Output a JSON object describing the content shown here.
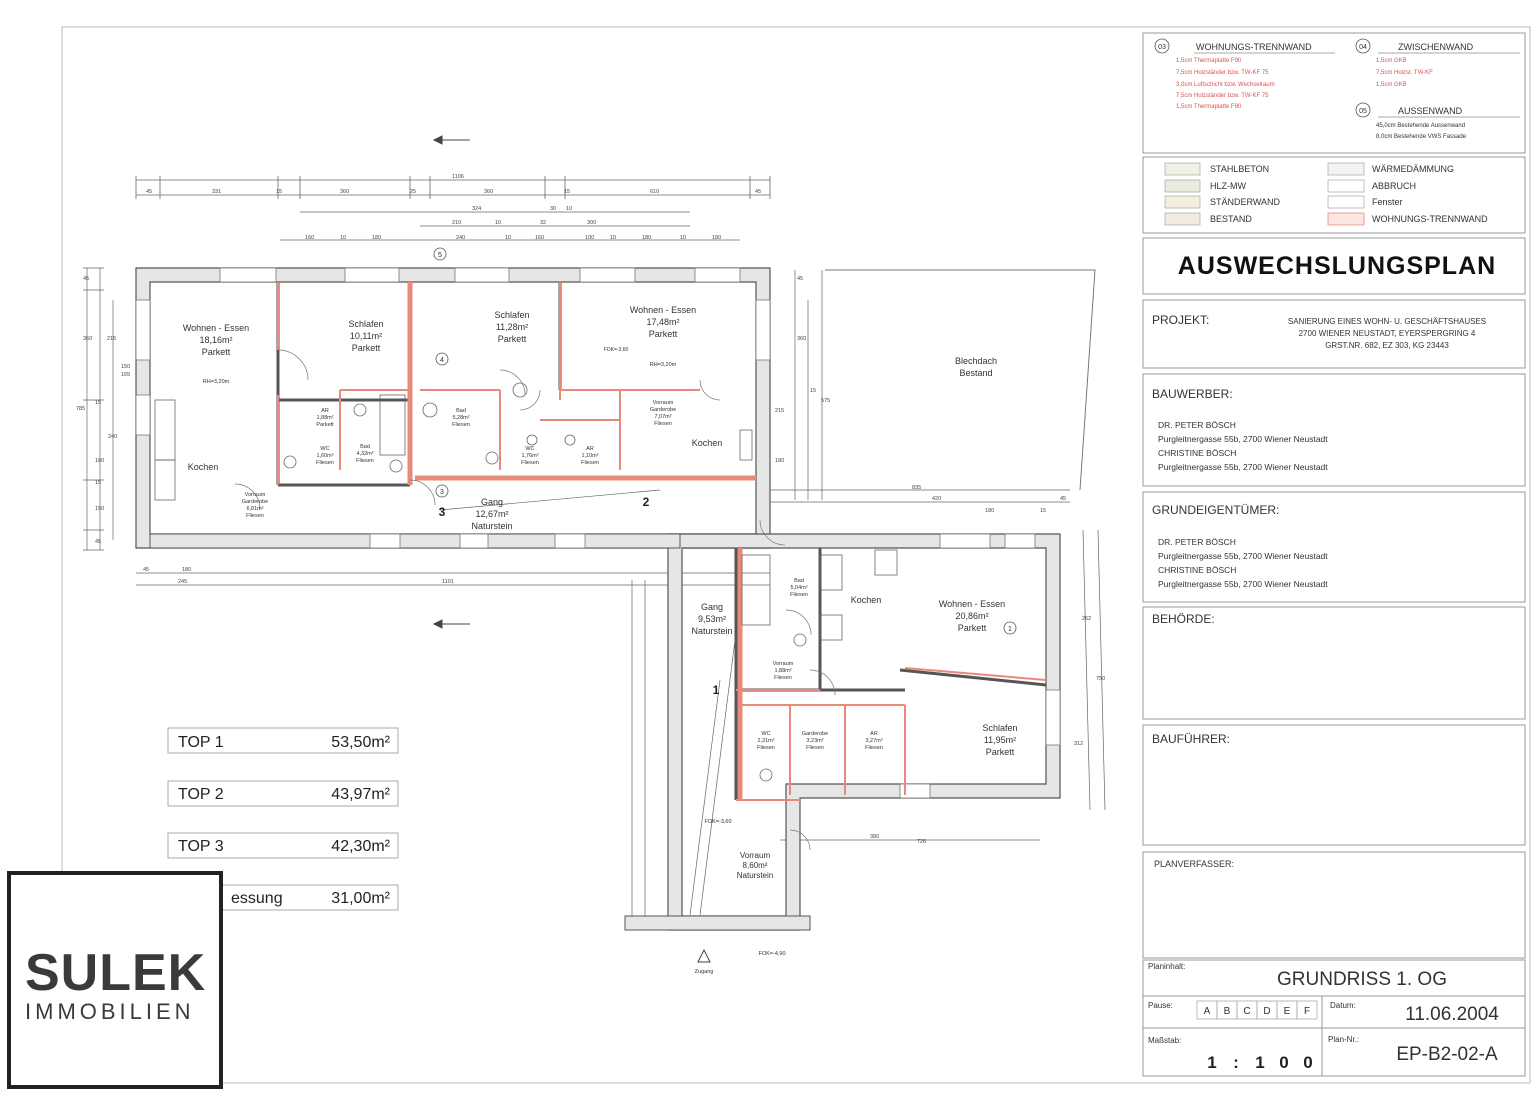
{
  "legend": {
    "items": [
      {
        "num": "03",
        "title": "WOHNUNGS-TRENNWAND",
        "lines": [
          "1,5cm    Thermaplatte F90",
          "7,5cm    Holzständer bzw. TW-KF 75",
          "3,0cm    Luftschicht bzw. Wechselraum",
          "7,5cm    Holzständer bzw. TW-KF 75",
          "1,5cm    Thermaplatte F90"
        ]
      },
      {
        "num": "04",
        "title": "ZWISCHENWAND",
        "lines": [
          "1,5cm    GKB",
          "7,5cm    Holzst. TW-KF",
          "1,5cm    GKB"
        ]
      },
      {
        "num": "05",
        "title": "AUSSENWAND",
        "lines": [
          "45,0cm   Bestehende Aussenwand",
          "8,0cm    Bestehende VWS Fassade"
        ]
      }
    ],
    "materials_left": [
      "STAHLBETON",
      "HLZ-MW",
      "STÄNDERWAND",
      "BESTAND"
    ],
    "materials_right": [
      "WÄRMEDÄMMUNG",
      "ABBRUCH",
      "Fenster",
      "WOHNUNGS-TRENNWAND"
    ]
  },
  "titleblock": {
    "plan_title": "AUSWECHSLUNGSPLAN",
    "projekt_label": "PROJEKT:",
    "projekt_lines": [
      "SANIERUNG EINES WOHN- U. GESCHÄFTSHAUSES",
      "2700 WIENER NEUSTADT, EYERSPERGRING 4",
      "GRST.NR. 682, EZ 303, KG 23443"
    ],
    "bauwerber_label": "BAUWERBER:",
    "bauwerber_lines": [
      "DR. PETER BÖSCH",
      "Purgleitnergasse 55b, 2700 Wiener Neustadt",
      "CHRISTINE BÖSCH",
      "Purgleitnergasse 55b, 2700 Wiener Neustadt"
    ],
    "grundeigentuemer_label": "GRUNDEIGENTÜMER:",
    "grundeigentuemer_lines": [
      "DR. PETER BÖSCH",
      "Purgleitnergasse 55b, 2700 Wiener Neustadt",
      "CHRISTINE BÖSCH",
      "Purgleitnergasse 55b, 2700 Wiener Neustadt"
    ],
    "behoerde_label": "BEHÖRDE:",
    "baufuehrer_label": "BAUFÜHRER:",
    "planverfasser_label": "PLANVERFASSER:",
    "planinhalt_label": "Planinhalt:",
    "planinhalt": "GRUNDRISS 1. OG",
    "pause_label": "Pause:",
    "pause_letters": [
      "A",
      "B",
      "C",
      "D",
      "E",
      "F"
    ],
    "datum_label": "Datum:",
    "datum": "11.06.2004",
    "massstab_label": "Maßstab:",
    "massstab_digits": [
      "1",
      ":",
      "1",
      "0",
      "0"
    ],
    "plannr_label": "Plan-Nr.:",
    "plannr": "EP-B2-02-A"
  },
  "areas": [
    {
      "label": "TOP 1",
      "value": "53,50m²"
    },
    {
      "label": "TOP 2",
      "value": "43,97m²"
    },
    {
      "label": "TOP 3",
      "value": "42,30m²"
    },
    {
      "label": "essung",
      "value": "31,00m²"
    }
  ],
  "logo": {
    "main": "SULEK",
    "sub": "IMMOBILIEN"
  },
  "rooms": [
    {
      "lines": [
        "Wohnen - Essen",
        "18,16m²",
        "Parkett"
      ]
    },
    {
      "lines": [
        "RH=3,20m"
      ]
    },
    {
      "lines": [
        "Kochen"
      ]
    },
    {
      "lines": [
        "Schlafen",
        "10,11m²",
        "Parkett"
      ]
    },
    {
      "lines": [
        "Schlafen",
        "11,28m²",
        "Parkett"
      ]
    },
    {
      "lines": [
        "Wohnen - Essen",
        "17,48m²",
        "Parkett"
      ]
    },
    {
      "lines": [
        "FOK=-3,60"
      ]
    },
    {
      "lines": [
        "RH=3,20m"
      ]
    },
    {
      "lines": [
        "Blechdach",
        "Bestand"
      ]
    },
    {
      "lines": [
        "AR",
        "1,88m²",
        "Parkett"
      ]
    },
    {
      "lines": [
        "WC",
        "1,60m²",
        "Fliesen"
      ]
    },
    {
      "lines": [
        "Bad",
        "4,32m²",
        "Fliesen"
      ]
    },
    {
      "lines": [
        "Bad",
        "5,28m²",
        "Fliesen"
      ]
    },
    {
      "lines": [
        "WC",
        "1,76m²",
        "Fliesen"
      ]
    },
    {
      "lines": [
        "AR",
        "1,10m²",
        "Fliesen"
      ]
    },
    {
      "lines": [
        "Vorraum",
        "Garderobe",
        "7,07m²",
        "Fliesen"
      ]
    },
    {
      "lines": [
        "Kochen"
      ]
    },
    {
      "lines": [
        "Vorraum",
        "Garderobe",
        "6,81m²",
        "Fliesen"
      ]
    },
    {
      "lines": [
        "Gang",
        "12,67m²",
        "Naturstein"
      ]
    },
    {
      "lines": [
        "Gang",
        "9,53m²",
        "Naturstein"
      ]
    },
    {
      "lines": [
        "Bad",
        "5,04m²",
        "Fliesen"
      ]
    },
    {
      "lines": [
        "Kochen"
      ]
    },
    {
      "lines": [
        "Wohnen - Essen",
        "20,86m²",
        "Parkett"
      ]
    },
    {
      "lines": [
        "Vorraum",
        "1,88m²",
        "Fliesen"
      ]
    },
    {
      "lines": [
        "WC",
        "2,31m²",
        "Fliesen"
      ]
    },
    {
      "lines": [
        "Garderobe",
        "3,23m²",
        "Fliesen"
      ]
    },
    {
      "lines": [
        "AR",
        "3,27m²",
        "Fliesen"
      ]
    },
    {
      "lines": [
        "Schlafen",
        "11,95m²",
        "Parkett"
      ]
    },
    {
      "lines": [
        "FOK=-3,60"
      ]
    },
    {
      "lines": [
        "Vorraum",
        "8,60m²",
        "Naturstein"
      ]
    },
    {
      "lines": [
        "FOK=-4,90"
      ]
    },
    {
      "lines": [
        "Zugang"
      ]
    }
  ],
  "markers": [
    "1",
    "2",
    "3",
    "4",
    "5"
  ],
  "dimensions": {
    "top_total": "1106",
    "top_row": [
      "45",
      "331",
      "15",
      "360",
      "25",
      "360",
      "15",
      "610",
      "45"
    ],
    "top_row2": [
      "324",
      "30",
      "10"
    ],
    "top_row3": [
      "210",
      "10",
      "32",
      "300"
    ],
    "top_row4": [
      "160",
      "10",
      "180",
      "240",
      "10",
      "160",
      "100",
      "10",
      "180",
      "10",
      "180"
    ],
    "left_col": [
      "45",
      "360",
      "215",
      "150",
      "165",
      "15",
      "240",
      "180",
      "15",
      "150",
      "45"
    ],
    "left_total": "785",
    "bottom_row": [
      "45",
      "180",
      "245",
      "1101"
    ],
    "right_col": [
      "45",
      "360",
      "215",
      "15",
      "180",
      "575"
    ],
    "lower_right": [
      "835",
      "420",
      "45",
      "180",
      "15",
      "262",
      "312",
      "750",
      "726",
      "380"
    ]
  }
}
